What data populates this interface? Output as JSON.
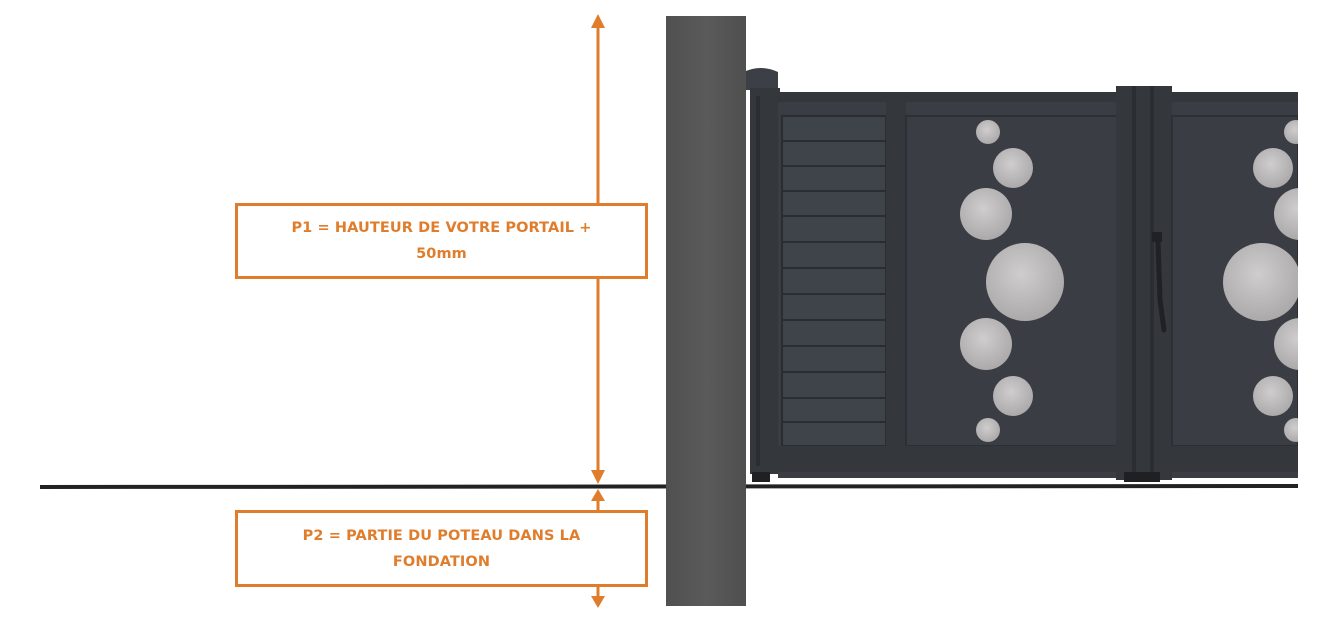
{
  "labels": {
    "p1": {
      "line1": "P1 = HAUTEUR DE VOTRE PORTAIL +",
      "line2": "50mm"
    },
    "p2": {
      "line1": "P2 = PARTIE DU POTEAU DANS LA",
      "line2": "FONDATION"
    }
  },
  "colors": {
    "accent": "#e07d2c",
    "post": "#575757",
    "gate": "#3a3e44",
    "gate_frame": "#2b2e33",
    "disc": "#b9b6b7",
    "ground": "#222222"
  }
}
